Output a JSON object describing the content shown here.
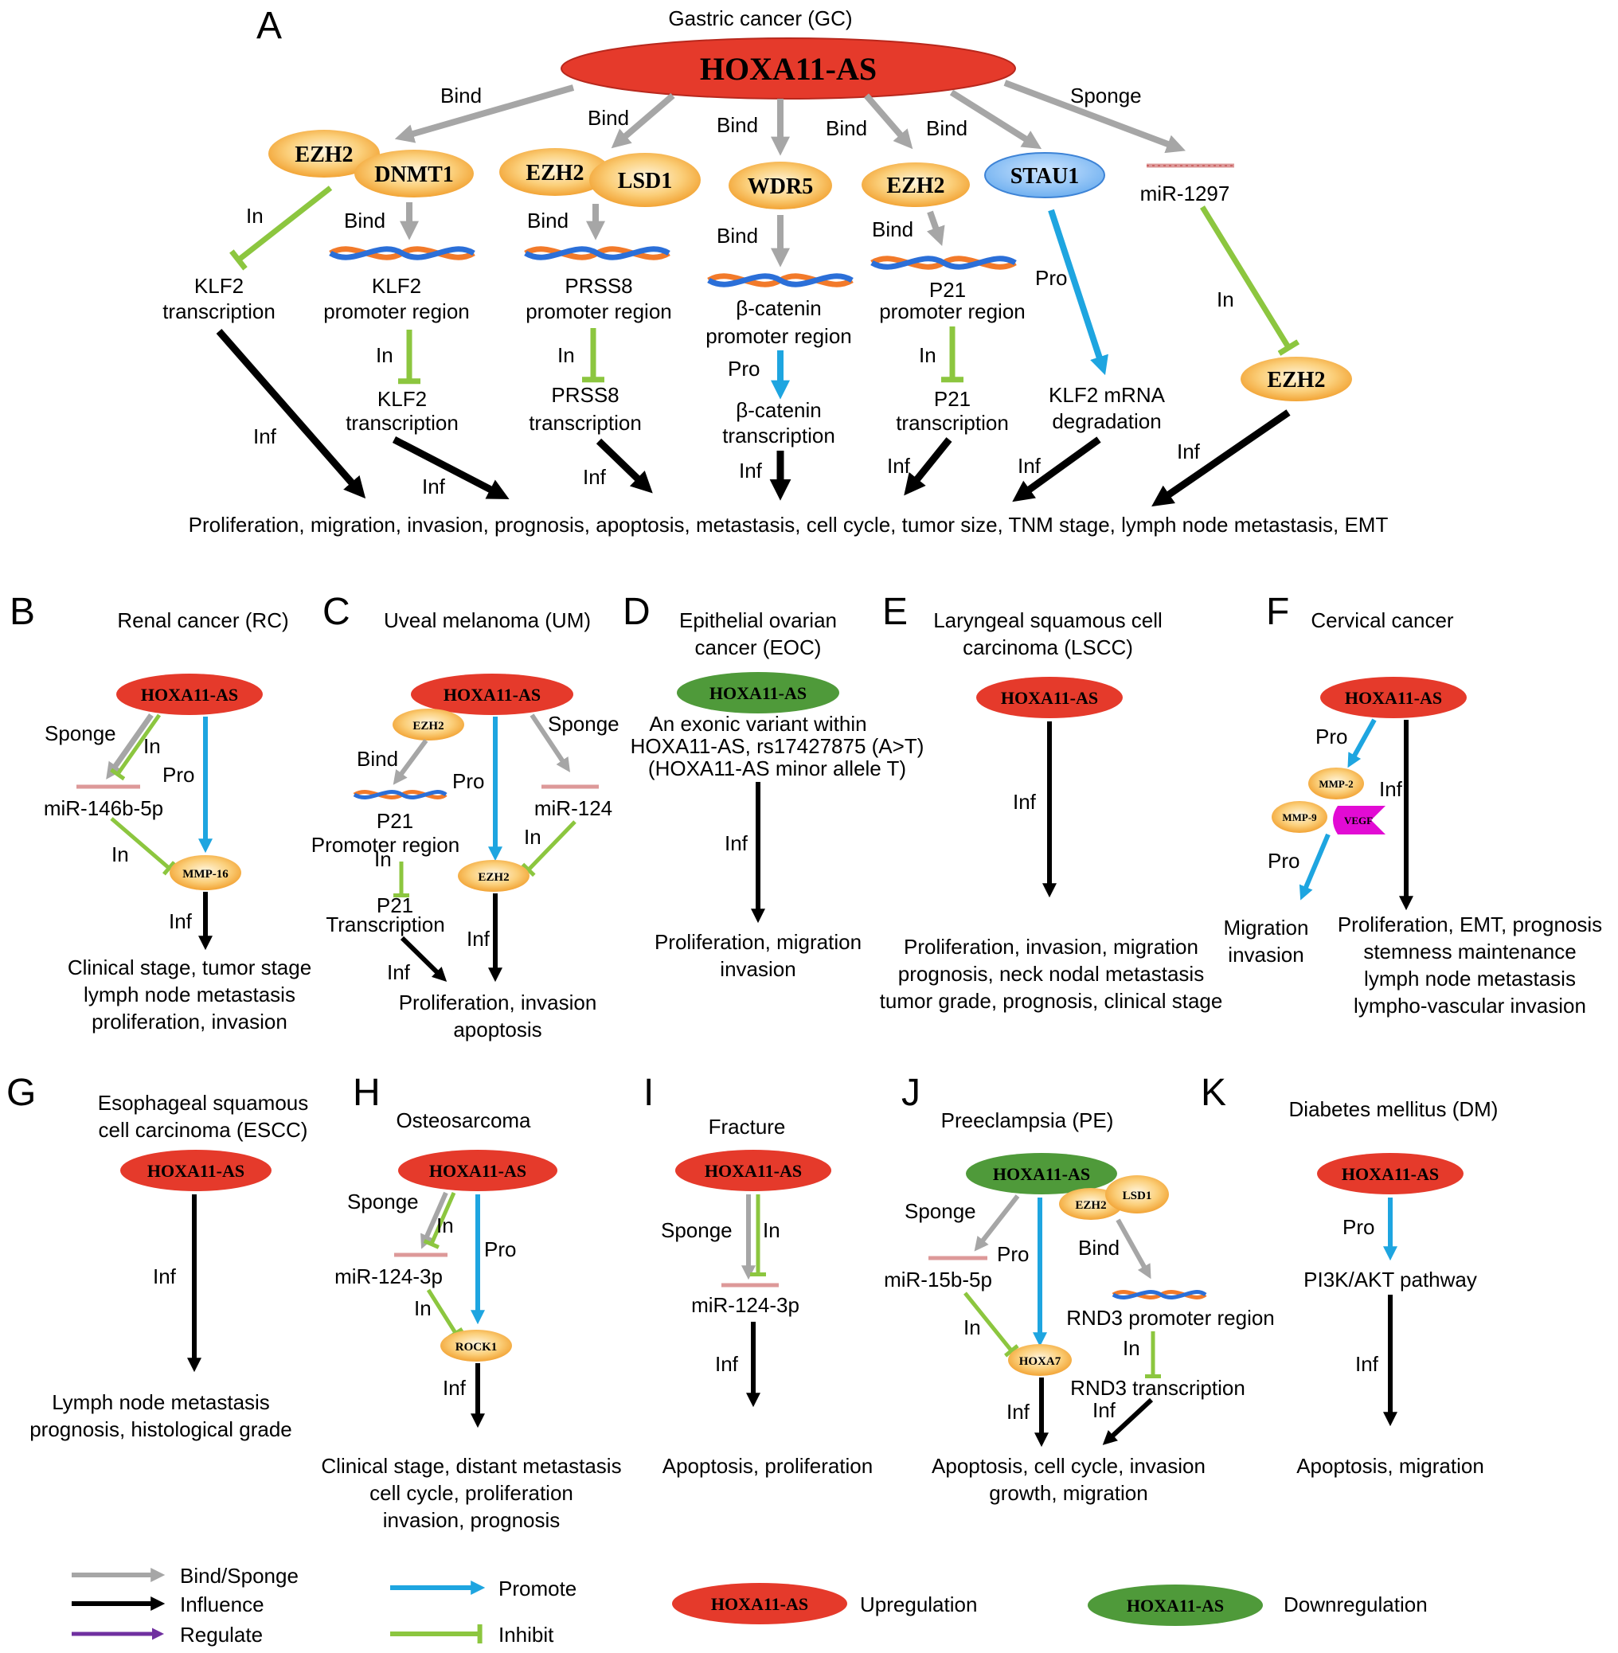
{
  "colors": {
    "upregulation": "#e53a2b",
    "downregulation": "#4f9a3a",
    "bind_sponge": "#a6a6a6",
    "influence": "#000000",
    "regulate": "#7030a0",
    "promote": "#1ea5e0",
    "inhibit": "#8cc63f",
    "protein": "#f6b34b",
    "stau1": "#8ec5f5"
  },
  "panels": {
    "A": {
      "letter": "A",
      "title": "Gastric cancer (GC)",
      "center": "HOXA11-AS",
      "edge_labels": [
        "Bind",
        "Bind",
        "Bind",
        "Bind",
        "Bind",
        "Sponge",
        "Bind",
        "Bind",
        "Bind",
        "Bind",
        "In",
        "In",
        "In",
        "In",
        "In",
        "Pro",
        "Pro",
        "Inf",
        "Inf",
        "Inf",
        "Inf",
        "Inf",
        "Inf",
        "Inf"
      ],
      "proteins": [
        "EZH2",
        "DNMT1",
        "EZH2",
        "LSD1",
        "WDR5",
        "EZH2",
        "STAU1",
        "EZH2"
      ],
      "mirna": "miR-1297",
      "texts": [
        "KLF2",
        "transcription",
        "KLF2",
        "promoter region",
        "PRSS8",
        "promoter region",
        "β-catenin",
        "promoter region",
        "P21",
        "promoter region",
        "KLF2",
        "transcription",
        "PRSS8",
        "transcription",
        "β-catenin",
        "transcription",
        "P21",
        "transcription",
        "KLF2 mRNA",
        "degradation"
      ],
      "outcome": "Proliferation, migration, invasion, prognosis, apoptosis, metastasis, cell cycle, tumor size, TNM stage, lymph node metastasis, EMT"
    },
    "B": {
      "letter": "B",
      "title": "Renal cancer (RC)",
      "node": "HOXA11-AS",
      "labels": [
        "Sponge",
        "In",
        "Pro",
        "In",
        "Inf"
      ],
      "mirna": "miR-146b-5p",
      "protein": "MMP-16",
      "outcome": [
        "Clinical stage, tumor stage",
        "lymph node metastasis",
        "proliferation, invasion"
      ]
    },
    "C": {
      "letter": "C",
      "title": "Uveal melanoma (UM)",
      "node": "HOXA11-AS",
      "labels": [
        "Sponge",
        "Bind",
        "Pro",
        "In",
        "In",
        "Inf",
        "Inf"
      ],
      "proteins": [
        "EZH2",
        "EZH2"
      ],
      "mirna": "miR-124",
      "texts": [
        "P21",
        "Promoter region",
        "P21",
        "Transcription"
      ],
      "outcome": [
        "Proliferation, invasion",
        "apoptosis"
      ]
    },
    "D": {
      "letter": "D",
      "title": [
        "Epithelial ovarian",
        "cancer (EOC)"
      ],
      "node": "HOXA11-AS",
      "variant": [
        "An exonic variant within",
        "HOXA11-AS, rs17427875 (A>T)",
        "(HOXA11-AS minor allele T)"
      ],
      "labels": [
        "Inf"
      ],
      "outcome": [
        "Proliferation, migration",
        "invasion"
      ]
    },
    "E": {
      "letter": "E",
      "title": [
        "Laryngeal squamous cell",
        "carcinoma (LSCC)"
      ],
      "node": "HOXA11-AS",
      "labels": [
        "Inf"
      ],
      "outcome": [
        "Proliferation, invasion, migration",
        "prognosis, neck nodal metastasis",
        "tumor grade, prognosis, clinical stage"
      ]
    },
    "F": {
      "letter": "F",
      "title": "Cervical cancer",
      "node": "HOXA11-AS",
      "labels": [
        "Pro",
        "Inf",
        "Pro"
      ],
      "proteins": [
        "MMP-2",
        "MMP-9",
        "VEGF"
      ],
      "outcome_left": [
        "Migration",
        "invasion"
      ],
      "outcome_right": [
        "Proliferation, EMT, prognosis",
        "stemness maintenance",
        "lymph node metastasis",
        "lympho-vascular invasion"
      ]
    },
    "G": {
      "letter": "G",
      "title": [
        "Esophageal squamous",
        "cell carcinoma (ESCC)"
      ],
      "node": "HOXA11-AS",
      "labels": [
        "Inf"
      ],
      "outcome": [
        "Lymph node metastasis",
        "prognosis, histological grade"
      ]
    },
    "H": {
      "letter": "H",
      "title": "Osteosarcoma",
      "node": "HOXA11-AS",
      "labels": [
        "Sponge",
        "In",
        "Pro",
        "In",
        "Inf"
      ],
      "mirna": "miR-124-3p",
      "protein": "ROCK1",
      "outcome": [
        "Clinical stage, distant metastasis",
        "cell cycle, proliferation",
        "invasion, prognosis"
      ]
    },
    "I": {
      "letter": "I",
      "title": "Fracture",
      "node": "HOXA11-AS",
      "labels": [
        "Sponge",
        "In",
        "Inf"
      ],
      "mirna": "miR-124-3p",
      "outcome": "Apoptosis, proliferation"
    },
    "J": {
      "letter": "J",
      "title": "Preeclampsia (PE)",
      "node": "HOXA11-AS",
      "labels": [
        "Sponge",
        "Pro",
        "Bind",
        "In",
        "In",
        "Inf",
        "Inf"
      ],
      "proteins": [
        "EZH2",
        "LSD1",
        "HOXA7"
      ],
      "mirna": "miR-15b-5p",
      "texts": [
        "RND3 promoter region",
        "RND3 transcription"
      ],
      "outcome": [
        "Apoptosis, cell cycle, invasion",
        "growth, migration"
      ]
    },
    "K": {
      "letter": "K",
      "title": "Diabetes mellitus (DM)",
      "node": "HOXA11-AS",
      "labels": [
        "Pro",
        "Inf"
      ],
      "pathway": "PI3K/AKT pathway",
      "outcome": "Apoptosis, migration"
    }
  },
  "legend": {
    "bind_sponge": "Bind/Sponge",
    "influence": "Influence",
    "regulate": "Regulate",
    "promote": "Promote",
    "inhibit": "Inhibit",
    "node": "HOXA11-AS",
    "upregulation": "Upregulation",
    "downregulation": "Downregulation"
  }
}
